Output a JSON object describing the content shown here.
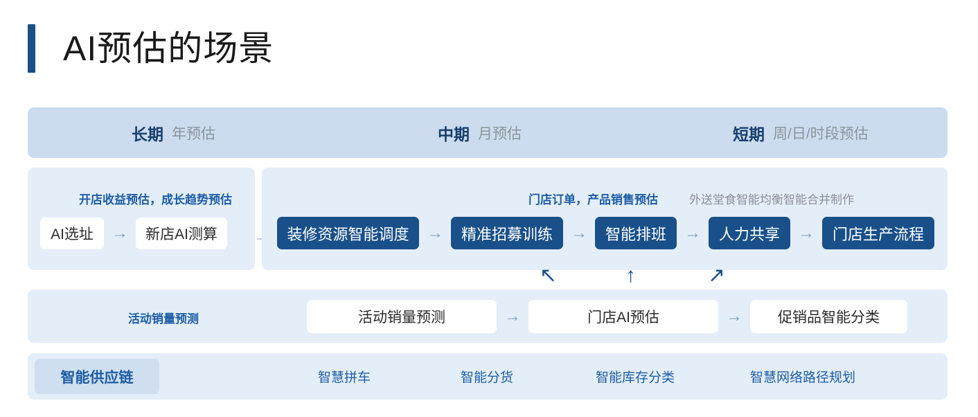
{
  "page": {
    "title": "AI预估的场景",
    "accent_color": "#1a5086",
    "panel_bg": "#e4eef8",
    "header_bg": "#ccdcee",
    "chip_blue": "#19508a",
    "label_blue": "#1d5da5",
    "label_gray": "#8b9099"
  },
  "header": {
    "columns": [
      {
        "term": "长期",
        "detail": "年预估"
      },
      {
        "term": "中期",
        "detail": "月预估"
      },
      {
        "term": "短期",
        "detail": "周/日/时段预估"
      }
    ]
  },
  "row1": {
    "left": {
      "label": "开店收益预估，成长趋势预估",
      "chips": [
        {
          "text": "AI选址",
          "style": "white"
        },
        {
          "text": "新店AI测算",
          "style": "white"
        }
      ],
      "arrow": "→",
      "trailing_arrow": "→"
    },
    "right": {
      "label_blue": "门店订单，产品销售预估",
      "label_gray": "外送堂食智能均衡智能合并制作",
      "arrow": "→",
      "chips": [
        {
          "text": "装修资源智能调度",
          "style": "blue"
        },
        {
          "text": "精准招募训练",
          "style": "blue"
        },
        {
          "text": "智能排班",
          "style": "blue"
        },
        {
          "text": "人力共享",
          "style": "blue"
        },
        {
          "text": "门店生产流程",
          "style": "blue"
        }
      ]
    }
  },
  "connectors": [
    {
      "glyph": "↖",
      "name": "arrow-up-left"
    },
    {
      "glyph": "↑",
      "name": "arrow-up"
    },
    {
      "glyph": "↗",
      "name": "arrow-up-right"
    }
  ],
  "row2": {
    "label": "活动销量预测",
    "arrow": "→",
    "chips": [
      {
        "text": "活动销量预测",
        "style": "white"
      },
      {
        "text": "门店AI预估",
        "style": "white"
      },
      {
        "text": "促销品智能分类",
        "style": "white"
      }
    ]
  },
  "row3": {
    "highlight": "智能供应链",
    "items": [
      {
        "text": "智慧拼车"
      },
      {
        "text": "智能分货"
      },
      {
        "text": "智能库存分类"
      },
      {
        "text": "智慧网络路径规划"
      }
    ]
  }
}
